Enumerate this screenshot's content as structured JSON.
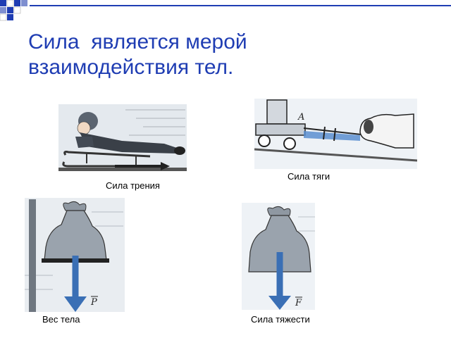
{
  "slide": {
    "title_line1": "Сила  является мерой",
    "title_line2": "взаимодействия тел."
  },
  "figures": {
    "friction": {
      "caption": "Сила трения"
    },
    "traction": {
      "caption": "Сила тяги",
      "vector_label": "A"
    },
    "body_weight": {
      "caption": "Вес тела",
      "vector_label": "P"
    },
    "gravity": {
      "caption": "Сила тяжести",
      "vector_label": "F"
    }
  },
  "colors": {
    "title": "#1f3db3",
    "arrow": "#3a6fb5",
    "bag": "#9aa3ad"
  }
}
